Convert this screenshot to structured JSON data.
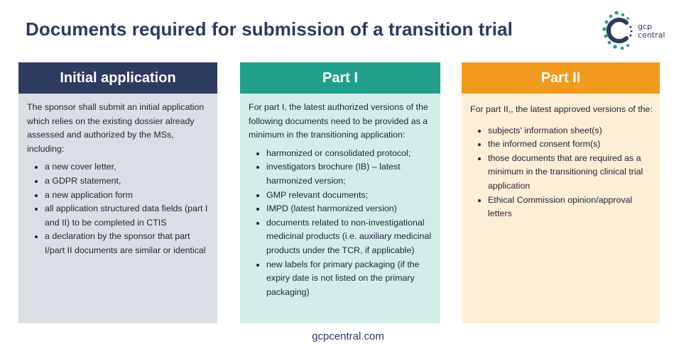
{
  "title": "Documents required for submission of a transition trial",
  "logo": {
    "text_line1": "gcp",
    "text_line2": "central"
  },
  "columns": [
    {
      "header": "Initial application",
      "intro": "The sponsor shall submit an initial application which relies on the existing dossier already assessed and authorized by the MSs, including:",
      "items": [
        "a new cover letter,",
        "a GDPR statement,",
        "a new application form",
        "all application structured data fields (part I and II) to be completed in CTIS",
        "a declaration by the sponsor that part I/part II documents are similar or identical"
      ]
    },
    {
      "header": "Part I",
      "intro": "For part I, the latest authorized versions of the following documents need to be provided as a minimum in the transitioning application:",
      "items": [
        "harmonized or consolidated protocol;",
        "investigators brochure (IB) – latest harmonized version;",
        "GMP relevant documents;",
        "IMPD (latest harmonized version)",
        "documents related to non-investigational medicinal products (i.e. auxiliary medicinal products under the TCR, if applicable)",
        "new labels for primary packaging (if the expiry date is not listed on the primary packaging)"
      ]
    },
    {
      "header": "Part II",
      "intro": "For part II,, the latest approved versions of the:",
      "items": [
        "subjects' information sheet(s)",
        "the informed consent form(s)",
        "those documents that are required as a minimum in the transitioning clinical trial application",
        "Ethical Commission opinion/approval letters"
      ]
    }
  ],
  "footer": "gcpcentral.com",
  "colors": {
    "navy": "#2d3b5f",
    "teal": "#20a08a",
    "orange": "#f29a1e"
  }
}
